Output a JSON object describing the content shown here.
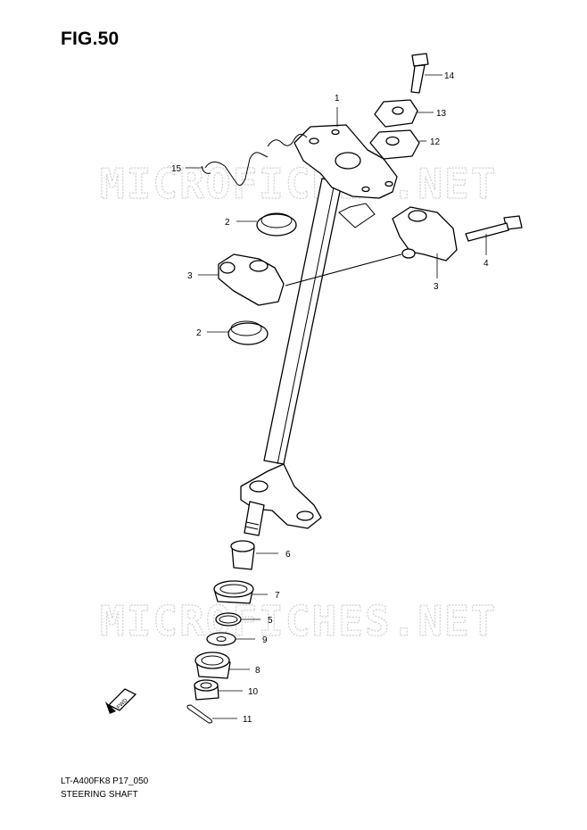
{
  "figure": {
    "title": "FIG.50"
  },
  "watermark": {
    "text": "MICROFICHES.NET"
  },
  "callouts": [
    {
      "id": "callout-1",
      "label": "1"
    },
    {
      "id": "callout-14",
      "label": "14"
    },
    {
      "id": "callout-13",
      "label": "13"
    },
    {
      "id": "callout-12",
      "label": "12"
    },
    {
      "id": "callout-15",
      "label": "15"
    },
    {
      "id": "callout-2a",
      "label": "2"
    },
    {
      "id": "callout-4",
      "label": "4"
    },
    {
      "id": "callout-3a",
      "label": "3"
    },
    {
      "id": "callout-3b",
      "label": "3"
    },
    {
      "id": "callout-2b",
      "label": "2"
    },
    {
      "id": "callout-6",
      "label": "6"
    },
    {
      "id": "callout-7",
      "label": "7"
    },
    {
      "id": "callout-5",
      "label": "5"
    },
    {
      "id": "callout-9",
      "label": "9"
    },
    {
      "id": "callout-8",
      "label": "8"
    },
    {
      "id": "callout-10",
      "label": "10"
    },
    {
      "id": "callout-11",
      "label": "11"
    }
  ],
  "fwd_marker": {
    "text": "FWD"
  },
  "footer": {
    "code": "LT-A400FK8 P17_050",
    "name": "STEERING SHAFT"
  }
}
